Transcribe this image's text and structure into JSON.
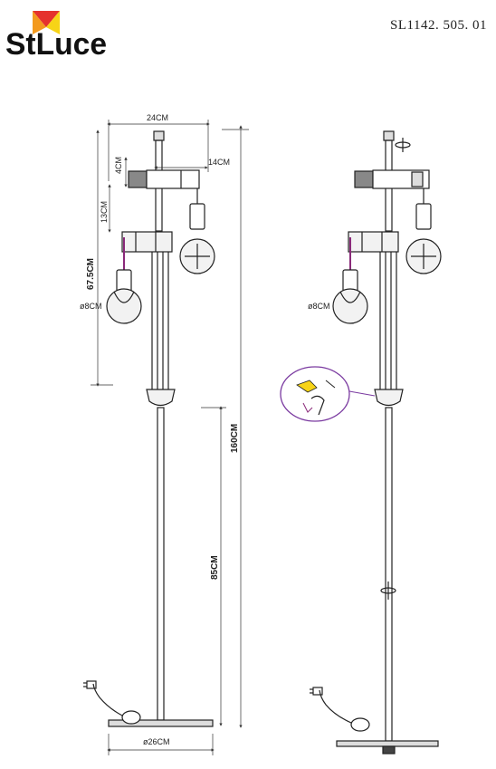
{
  "brand": {
    "logo_text": "StLuce",
    "colors": {
      "red": "#e5322d",
      "orange": "#f39a1e",
      "yellow": "#f7d417",
      "black": "#111111"
    }
  },
  "header": {
    "model_number": "SL1142. 505. 01"
  },
  "dimensions": {
    "width_top": "24CM",
    "arm_length": "14CM",
    "arm_gap": "4CM",
    "arm_spacing": "13CM",
    "shade_height": "67.5CM",
    "bulb_diameter_left": "ø8CM",
    "total_height": "160CM",
    "stand_height": "85CM",
    "base_diameter": "ø26CM",
    "bulb_diameter_right": "ø8CM"
  },
  "colors": {
    "line": "#222222",
    "wire": "#8a2a7a",
    "block": "#888888",
    "shade_fill": "#f2f2f2",
    "detail_outline": "#7a3aa0",
    "dim_line": "#333333"
  }
}
